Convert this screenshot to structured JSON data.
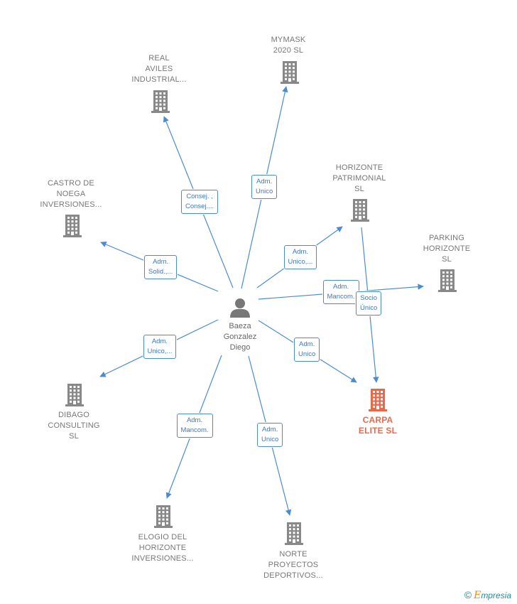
{
  "person": {
    "icon": "person-icon",
    "lines": [
      "Baeza",
      "Gonzalez",
      "Diego"
    ]
  },
  "companies": [
    {
      "id": "mymask",
      "lines": [
        "MYMASK",
        "2020  SL"
      ],
      "icon": "building-icon",
      "color": "#888888"
    },
    {
      "id": "real-aviles",
      "lines": [
        "REAL",
        "AVILES",
        "INDUSTRIAL..."
      ],
      "icon": "building-icon",
      "color": "#888888"
    },
    {
      "id": "castro",
      "lines": [
        "CASTRO DE",
        "NOEGA",
        "INVERSIONES..."
      ],
      "icon": "building-icon",
      "color": "#888888"
    },
    {
      "id": "horizonte-patrimonial",
      "lines": [
        "HORIZONTE",
        "PATRIMONIAL",
        "SL"
      ],
      "icon": "building-icon",
      "color": "#888888"
    },
    {
      "id": "parking",
      "lines": [
        "PARKING",
        "HORIZONTE",
        "SL"
      ],
      "icon": "building-icon",
      "color": "#888888"
    },
    {
      "id": "carpa",
      "lines": [
        "CARPA",
        "ELITE  SL"
      ],
      "icon": "building-icon",
      "color": "#e8694a"
    },
    {
      "id": "dibago",
      "lines": [
        "DIBAGO",
        "CONSULTING",
        "SL"
      ],
      "icon": "building-icon",
      "color": "#888888"
    },
    {
      "id": "elogio",
      "lines": [
        "ELOGIO DEL",
        "HORIZONTE",
        "INVERSIONES..."
      ],
      "icon": "building-icon",
      "color": "#888888"
    },
    {
      "id": "norte",
      "lines": [
        "NORTE",
        "PROYECTOS",
        "DEPORTIVOS..."
      ],
      "icon": "building-icon",
      "color": "#888888"
    }
  ],
  "edges": [
    {
      "from": "person",
      "to": "mymask",
      "lines": [
        "Adm.",
        "Unico"
      ]
    },
    {
      "from": "person",
      "to": "real-aviles",
      "lines": [
        "Consej. ,",
        "Consej...."
      ]
    },
    {
      "from": "person",
      "to": "castro",
      "lines": [
        "Adm.",
        "Solid.,..."
      ]
    },
    {
      "from": "person",
      "to": "horizonte-patrimonial",
      "lines": [
        "Adm.",
        "Unico,..."
      ]
    },
    {
      "from": "person",
      "to": "parking",
      "lines": [
        "Adm.",
        "Mancom."
      ]
    },
    {
      "from": "horizonte-patrimonial",
      "to": "carpa",
      "lines": [
        "Socio",
        "Único"
      ]
    },
    {
      "from": "person",
      "to": "carpa",
      "lines": [
        "Adm.",
        "Unico"
      ]
    },
    {
      "from": "person",
      "to": "dibago",
      "lines": [
        "Adm.",
        "Unico,..."
      ]
    },
    {
      "from": "person",
      "to": "elogio",
      "lines": [
        "Adm.",
        "Mancom."
      ]
    },
    {
      "from": "person",
      "to": "norte",
      "lines": [
        "Adm.",
        "Unico"
      ]
    }
  ],
  "colors": {
    "edge": "#4a8bd6",
    "building": "#888888",
    "highlight": "#e8694a",
    "person": "#777777"
  },
  "footer": {
    "copyright": "©",
    "brand_first": "E",
    "brand_rest": "mpresia"
  }
}
